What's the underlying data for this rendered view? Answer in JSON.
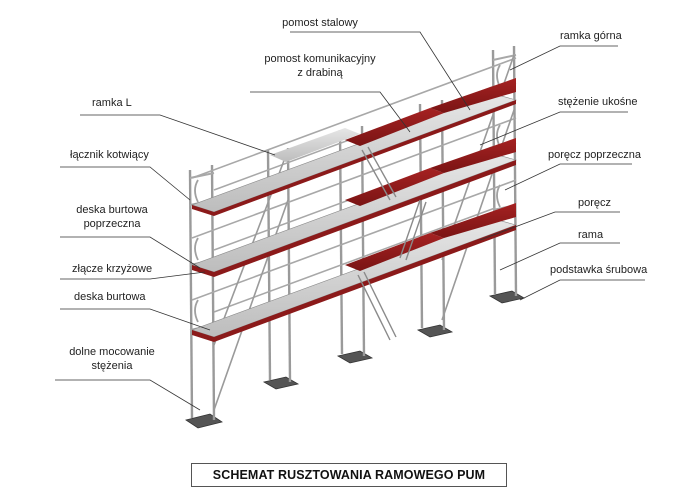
{
  "labels": {
    "pomost_stalowy": "pomost stalowy",
    "pomost_komunikacyjny_1": "pomost komunikacyjny",
    "pomost_komunikacyjny_2": "z drabiną",
    "ramka_gorna": "ramka górna",
    "ramka_l": "ramka L",
    "stezenie_ukosne": "stężenie ukośne",
    "lacznik_kotwiacy": "łącznik kotwiący",
    "porecz_poprzeczna": "poręcz poprzeczna",
    "deska_burtowa_poprzeczna_1": "deska burtowa",
    "deska_burtowa_poprzeczna_2": "poprzeczna",
    "porecz": "poręcz",
    "rama": "rama",
    "zlacze_krzyzowe": "złącze krzyżowe",
    "podstawka_srubowa": "podstawka śrubowa",
    "deska_burtowa": "deska burtowa",
    "dolne_mocowanie_1": "dolne mocowanie",
    "dolne_mocowanie_2": "stężenia"
  },
  "title": "SCHEMAT RUSZTOWANIA RAMOWEGO PUM",
  "colors": {
    "deck_red": "#8b1a1a",
    "deck_red_dark": "#5e1010",
    "deck_grey": "#c9c9c9",
    "tube": "#9a9a9a",
    "baseplate": "#555555",
    "leader": "#333333"
  }
}
